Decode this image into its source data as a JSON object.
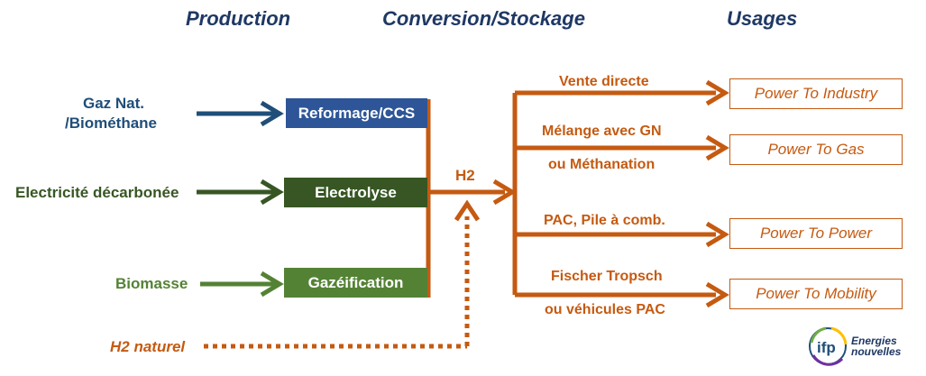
{
  "headers": {
    "production": "Production",
    "conversion": "Conversion/Stockage",
    "usages": "Usages"
  },
  "sources": {
    "gaz_line1": "Gaz Nat.",
    "gaz_line2": "/Biométhane",
    "electricite": "Electricité décarbonée",
    "biomasse": "Biomasse",
    "h2_naturel": "H2 naturel"
  },
  "processes": {
    "reformage": "Reformage/CCS",
    "electrolyse": "Electrolyse",
    "gazeification": "Gazéification"
  },
  "hub": {
    "label": "H2"
  },
  "routes": {
    "vente": "Vente directe",
    "melange_line1": "Mélange avec GN",
    "melange_line2": "ou Méthanation",
    "pac": "PAC, Pile à comb.",
    "fischer_line1": "Fischer Tropsch",
    "fischer_line2": "ou véhicules PAC"
  },
  "usages": {
    "industry": "Power To Industry",
    "gas": "Power To Gas",
    "power": "Power To Power",
    "mobility": "Power To Mobility"
  },
  "logo": {
    "mark": "ifp",
    "line1": "Energies",
    "line2": "nouvelles"
  },
  "colors": {
    "header": "#1F3864",
    "gaz": "#1F4E79",
    "reformage": "#2E5597",
    "electricite": "#375623",
    "electrolyse": "#375623",
    "biomasse": "#548235",
    "gazeification": "#548235",
    "h2_flow": "#C55A11"
  }
}
